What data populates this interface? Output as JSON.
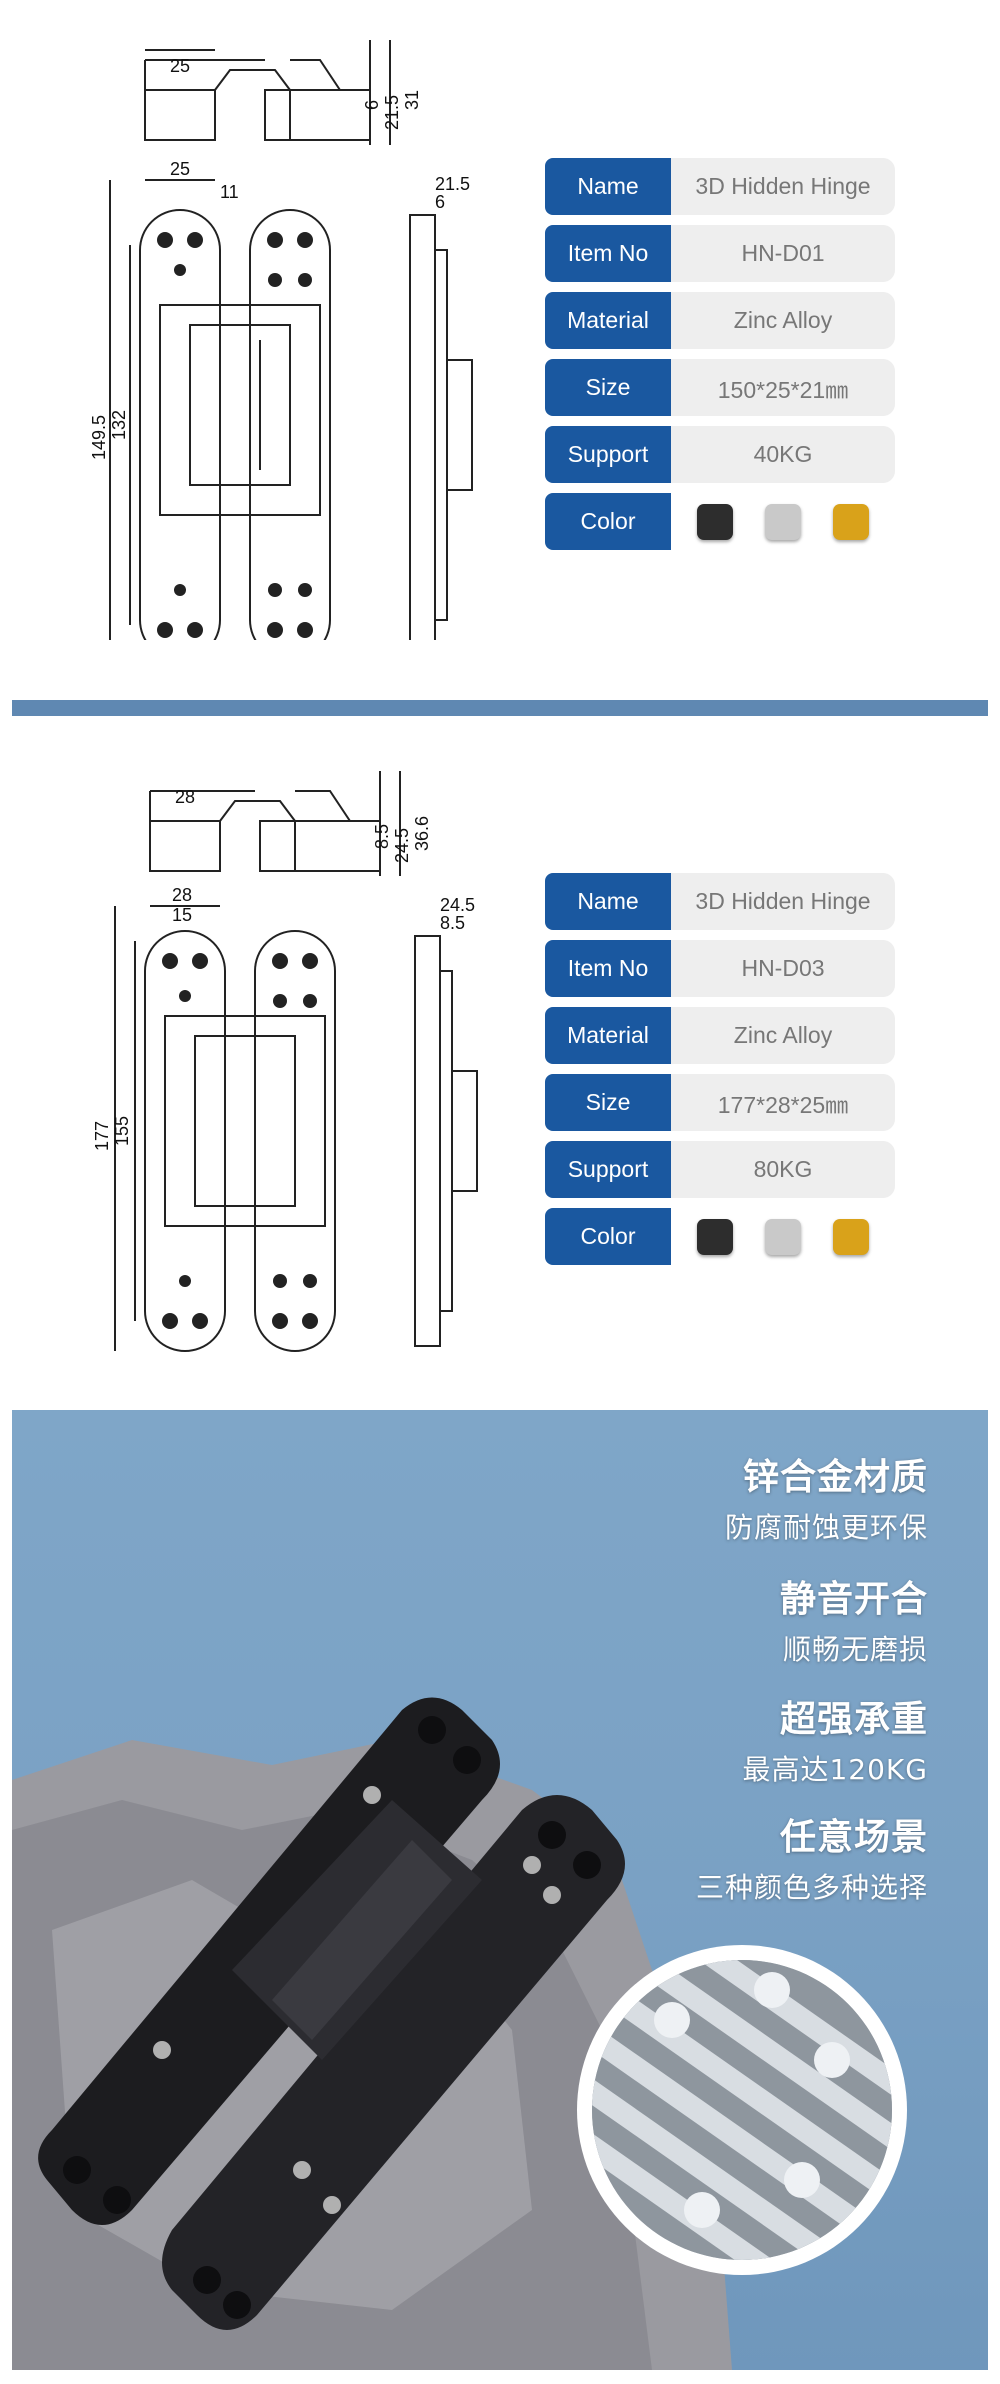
{
  "products": [
    {
      "specs": [
        {
          "label": "Name",
          "value": "3D Hidden Hinge"
        },
        {
          "label": "Item No",
          "value": "HN-D01"
        },
        {
          "label": "Material",
          "value": "Zinc Alloy"
        },
        {
          "label": "Size",
          "value": "150*25*21㎜"
        },
        {
          "label": "Support",
          "value": "40KG"
        }
      ],
      "color_label": "Color",
      "dims": {
        "top_width": "25",
        "top_h1": "6",
        "top_h2": "21.5",
        "top_h3": "31",
        "body_width": "25",
        "hole": "11",
        "len_total": "149.5",
        "len_inner": "132",
        "side_w": "21.5",
        "side_off": "6"
      }
    },
    {
      "specs": [
        {
          "label": "Name",
          "value": "3D Hidden Hinge"
        },
        {
          "label": "Item No",
          "value": "HN-D03"
        },
        {
          "label": "Material",
          "value": "Zinc Alloy"
        },
        {
          "label": "Size",
          "value": "177*28*25㎜"
        },
        {
          "label": "Support",
          "value": "80KG"
        }
      ],
      "color_label": "Color",
      "dims": {
        "top_width": "28",
        "top_h1": "8.5",
        "top_h2": "24.5",
        "top_h3": "36.6",
        "body_width": "28",
        "hole": "15",
        "len_total": "177",
        "len_inner": "155",
        "side_w": "24.5",
        "side_off": "8.5"
      }
    }
  ],
  "swatch_colors": [
    "#2d2d2d",
    "#c9c9c9",
    "#d9a21a"
  ],
  "features": [
    {
      "title": "锌合金材质",
      "sub": "防腐耐蚀更环保"
    },
    {
      "title": "静音开合",
      "sub": "顺畅无磨损"
    },
    {
      "title": "超强承重",
      "sub": "最高达120KG"
    },
    {
      "title": "任意场景",
      "sub": "三种颜色多种选择"
    }
  ]
}
